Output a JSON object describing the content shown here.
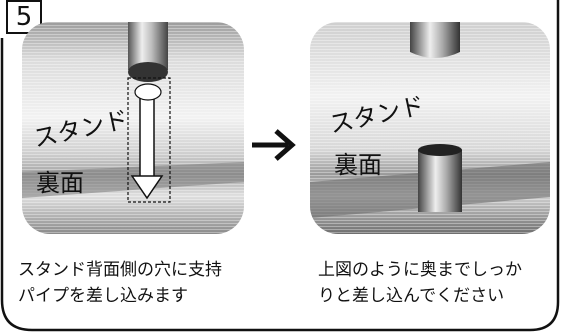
{
  "step": {
    "number": "5"
  },
  "left_panel": {
    "label_line1": "スタンド",
    "label_line2": "裏面"
  },
  "right_panel": {
    "label_line1": "スタンド",
    "label_line2": "裏面"
  },
  "captions": {
    "left_line1": "スタンド背面側の穴に支持",
    "left_line2": "パイプを差し込みます",
    "right_line1": "上図のように奥までしっか",
    "right_line2": "りと差し込んでください"
  },
  "colors": {
    "frame": "#111111",
    "panel_light": "#e6e6e6",
    "panel_dark": "#9a9a9a",
    "arrow": "#111111"
  },
  "icons": [
    "right-arrow-icon",
    "down-arrow-icon"
  ]
}
